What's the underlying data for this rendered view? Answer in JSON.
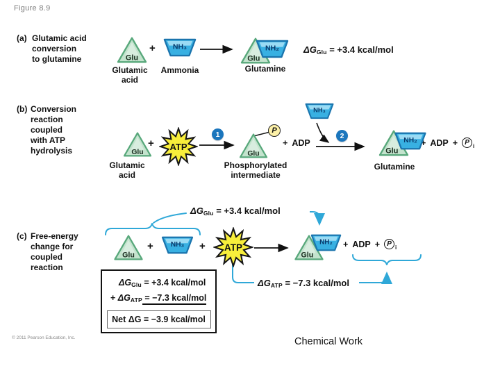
{
  "figure_label": "Figure 8.9",
  "sections": {
    "a": {
      "tag": "(a)",
      "title": "Glutamic acid\nconversion\nto glutamine"
    },
    "b": {
      "tag": "(b)",
      "title": "Conversion\nreaction\ncoupled\nwith ATP\nhydrolysis"
    },
    "c": {
      "tag": "(c)",
      "title": "Free-energy\nchange for\ncoupled\nreaction"
    }
  },
  "molecules": {
    "glu": "Glu",
    "nh3": "NH₃",
    "nh2": "NH₂",
    "atp": "ATP",
    "adp": "ADP",
    "phosphate": "P",
    "pi_letter": "P",
    "pi_sub": "i"
  },
  "labels": {
    "plus": "+",
    "glutamic_acid": "Glutamic\nacid",
    "ammonia": "Ammonia",
    "glutamine": "Glutamine",
    "phosphorylated": "Phosphorylated\nintermediate"
  },
  "steps": {
    "one": "1",
    "two": "2"
  },
  "energy": {
    "dg_glu": {
      "dg": "ΔG",
      "sub": "Glu",
      "val": " = +3.4 kcal/mol"
    },
    "dg_atp": {
      "dg": "ΔG",
      "sub": "ATP",
      "val": " = −7.3 kcal/mol"
    },
    "sum_box": {
      "row1": {
        "pre": "",
        "dg": "ΔG",
        "sub": "Glu",
        "val": " = +3.4 kcal/mol"
      },
      "row2": {
        "pre": "+ ",
        "dg": "ΔG",
        "sub": "ATP",
        "val": " = −7.3 kcal/mol"
      },
      "net": "Net ΔG = −3.9 kcal/mol"
    }
  },
  "footer": {
    "category": "Chemical Work",
    "copyright": "© 2011 Pearson Education, Inc."
  },
  "colors": {
    "accent_blue": "#2fa8d8",
    "step_badge_blue": "#1b76bd",
    "shape_green_fill": "#c3e3cd",
    "shape_green_border": "#58a87b",
    "shape_blue_fill": "#38b0e2",
    "shape_blue_border": "#1a74ad",
    "atp_yellow": "#f8ee3b",
    "phosphate_yellow": "#fdf1a8",
    "text_black": "#111111",
    "gray_text": "#7d7d7d"
  }
}
